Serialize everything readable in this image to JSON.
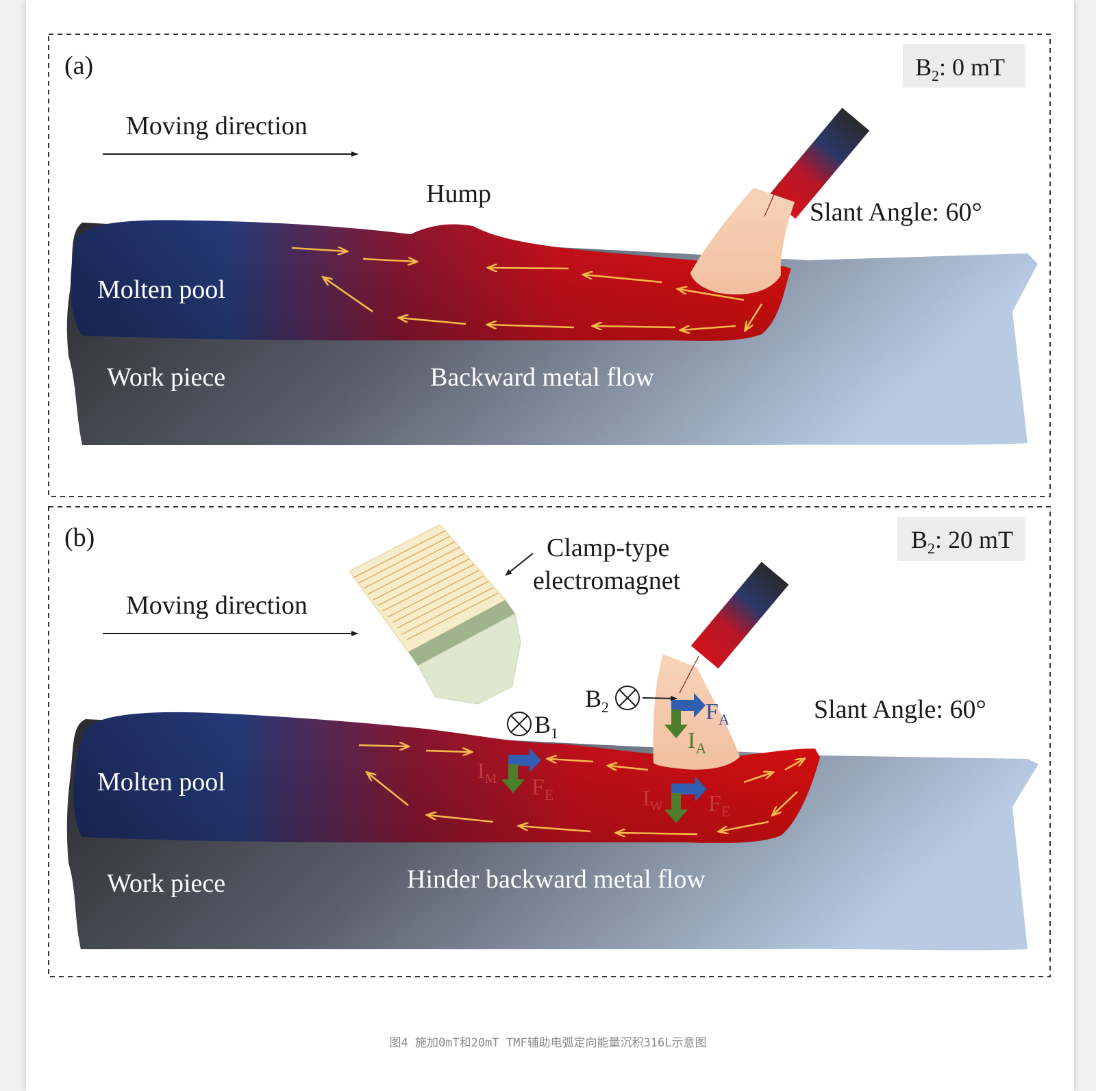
{
  "panel_a": {
    "tag": "(a)",
    "field_label": "B",
    "field_sub": "2",
    "field_value": ":  0 mT",
    "moving_direction": "Moving direction",
    "hump": "Hump",
    "slant_angle": "Slant Angle: 60°",
    "molten_pool": "Molten pool",
    "work_piece": "Work piece",
    "flow_label": "Backward metal flow"
  },
  "panel_b": {
    "tag": "(b)",
    "field_label": "B",
    "field_sub": "2",
    "field_value": ": 20 mT",
    "electromagnet_line1": "Clamp-type",
    "electromagnet_line2": "electromagnet",
    "moving_direction": "Moving direction",
    "slant_angle": "Slant Angle: 60°",
    "b2_label": "B",
    "b2_sub": "2",
    "b1_label": "B",
    "b1_sub": "1",
    "fa_label": "F",
    "fa_sub": "A",
    "ia_label": "I",
    "ia_sub": "A",
    "im_label": "I",
    "im_sub": "M",
    "fe1_label": "F",
    "fe1_sub": "E",
    "iw_label": "I",
    "iw_sub": "W",
    "fe2_label": "F",
    "fe2_sub": "E",
    "molten_pool": "Molten pool",
    "work_piece": "Work piece",
    "flow_label": "Hinder backward metal flow"
  },
  "caption": "图4 施加0mT和20mT TMF辅助电弧定向能量沉积316L示意图",
  "colors": {
    "pool_hot": "#d80f0f",
    "pool_cold": "#1f2f66",
    "workpiece_dark": "#2e2e32",
    "workpiece_light": "#b6c8e0",
    "flow_arrow": "#f5b94a",
    "arc": "#f5c9a8",
    "force_blue": "#2f5fae",
    "current_green": "#4f7d2e",
    "label_blue": "#3a4fa0",
    "label_green": "#4f7d2e",
    "label_red": "#c23a3a"
  }
}
